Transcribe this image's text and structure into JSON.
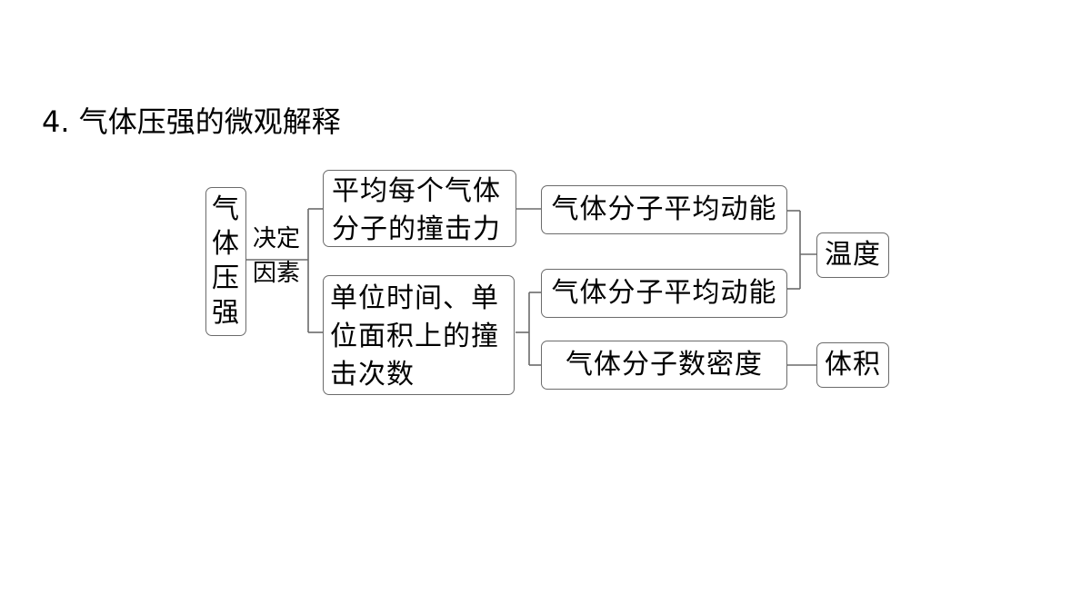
{
  "title": "4. 气体压强的微观解释",
  "root": [
    "气",
    "体",
    "压",
    "强"
  ],
  "factor_label": [
    "决定",
    "因素"
  ],
  "causes": [
    {
      "lines": [
        "平均每个气体",
        "分子的撞击力"
      ]
    },
    {
      "lines": [
        "单位时间、单",
        "位面积上的撞",
        "击次数"
      ]
    }
  ],
  "micro": [
    "气体分子平均动能",
    "气体分子平均动能",
    "气体分子数密度"
  ],
  "macro": [
    "温度",
    "体积"
  ]
}
